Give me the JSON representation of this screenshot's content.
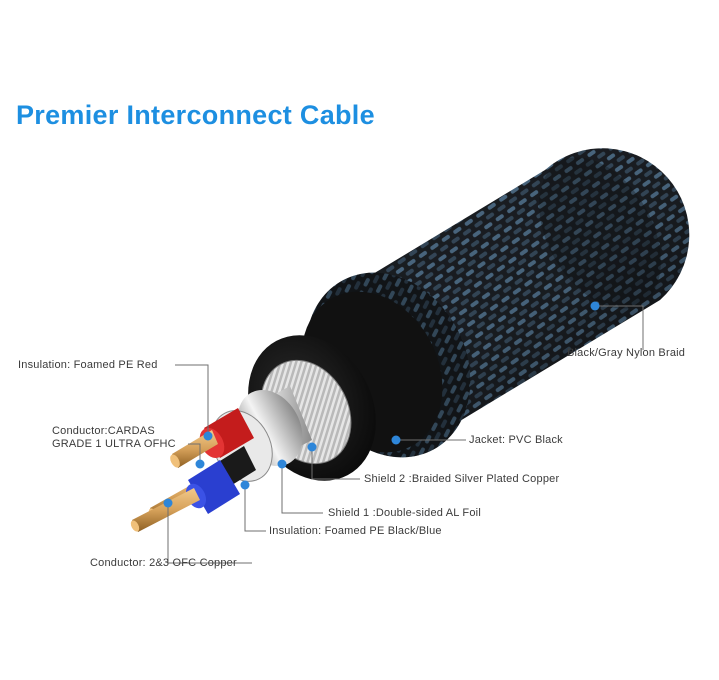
{
  "title": "Premier Interconnect Cable",
  "colors": {
    "title": "#1d8fe1",
    "callout_dot": "#2e86d9",
    "leader_line": "#6f6f6f",
    "braid_dark": "#1b1f24",
    "braid_blue": "#5f86a8",
    "jacket": "#141414",
    "insulation_red": "#c41c1c",
    "insulation_black": "#1a1a1a",
    "insulation_blue": "#2a3fd0",
    "copper": "#d6a15a",
    "foil_silver": "#d9d9d9"
  },
  "labels": {
    "insulation_red": "Insulation: Foamed PE Red",
    "conductor_cardas": "Conductor:CARDAS\nGRADE 1 ULTRA OFHC",
    "conductor_ofc": "Conductor: 2&3 OFC Copper",
    "insulation_black_blue": "Insulation: Foamed PE Black/Blue",
    "shield1": "Shield 1 :Double-sided  AL Foil",
    "shield2": "Shield 2 :Braided Silver Plated Copper",
    "jacket": "Jacket: PVC Black",
    "braid": "Black/Gray Nylon Braid"
  }
}
